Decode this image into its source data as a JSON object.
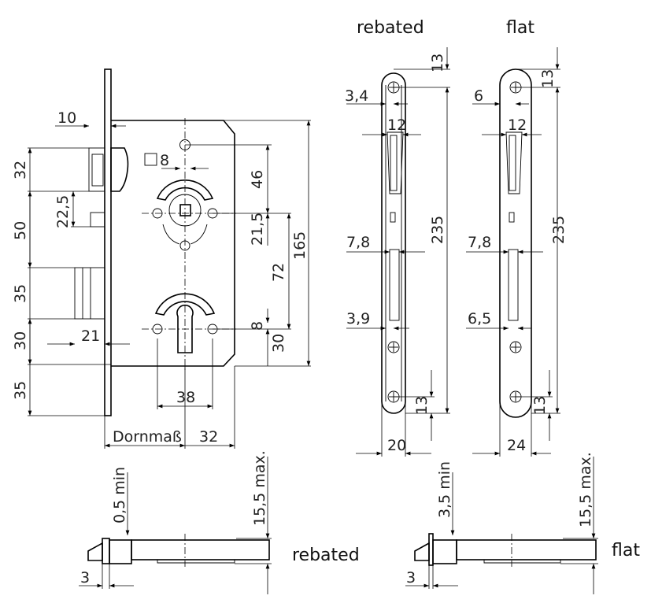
{
  "labels": {
    "rebated_top": "rebated",
    "flat_top": "flat",
    "rebated_bottom": "rebated",
    "flat_bottom": "flat"
  },
  "dims": {
    "d10": "10",
    "d32_left": "32",
    "d22_5": "22,5",
    "d50": "50",
    "d35_a": "35",
    "d30_left": "30",
    "d35_b": "35",
    "d21": "21",
    "sq8": "8",
    "d46": "46",
    "d21_5": "21,5",
    "d72": "72",
    "d165": "165",
    "d8": "8",
    "d30_right": "30",
    "d38": "38",
    "dornmass": "Dornmaß",
    "d32_bottom": "32",
    "r_3_4": "3,4",
    "r_12": "12",
    "r_13_top": "13",
    "r_235": "235",
    "r_7_8": "7,8",
    "r_3_9": "3,9",
    "r_13_bottom": "13",
    "r_20": "20",
    "f_6": "6",
    "f_12": "12",
    "f_13_top": "13",
    "f_235": "235",
    "f_7_8": "7,8",
    "f_6_5": "6,5",
    "f_13_bottom": "13",
    "f_24": "24",
    "s_0_5min": "0,5 min",
    "s_15_5max_a": "15,5 max.",
    "s_3_a": "3",
    "s_3_5min": "3,5 min",
    "s_15_5max_b": "15,5 max.",
    "s_3_b": "3"
  }
}
